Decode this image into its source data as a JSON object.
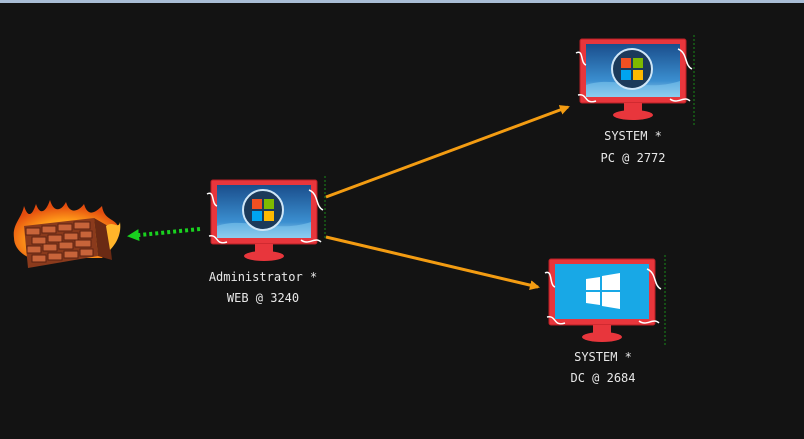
{
  "nodes": {
    "web": {
      "user": "Administrator *",
      "host_pid": "WEB @ 3240",
      "os": "windows-7"
    },
    "pc": {
      "user": "SYSTEM *",
      "host_pid": "PC @ 2772",
      "os": "windows-7"
    },
    "dc": {
      "user": "SYSTEM *",
      "host_pid": "DC @ 2684",
      "os": "windows-10"
    },
    "firewall": {
      "icon": "firewall-icon"
    }
  },
  "links": [
    {
      "from": "web",
      "to": "firewall",
      "style": "dotted",
      "color": "#19d11f"
    },
    {
      "from": "web",
      "to": "pc",
      "style": "solid",
      "color": "#f39c12"
    },
    {
      "from": "web",
      "to": "dc",
      "style": "solid",
      "color": "#f39c12"
    }
  ],
  "colors": {
    "background": "#131313",
    "monitor_frame": "#e8363c",
    "pivot_link": "#f39c12",
    "egress_link": "#19d11f",
    "label_text": "#e8e8e8"
  }
}
